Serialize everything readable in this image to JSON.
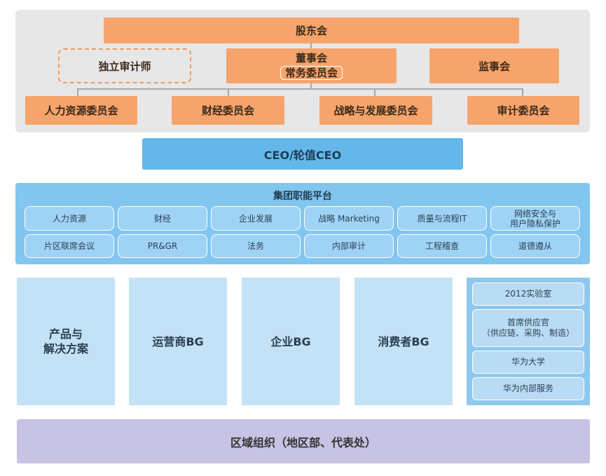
{
  "governance": {
    "shareholders": "股东会",
    "auditor": "独立审计师",
    "board": "董事会",
    "board_standing": "常务委员会",
    "supervisors": "监事会",
    "committees": [
      "人力资源委员会",
      "财经委员会",
      "战略与发展委员会",
      "审计委员会"
    ]
  },
  "ceo": "CEO/轮值CEO",
  "platform": {
    "title": "集团职能平台",
    "row1": [
      "人力资源",
      "财经",
      "企业发展",
      "战略 Marketing",
      "质量与流程IT",
      "网络安全与\n用户隐私保护"
    ],
    "row2": [
      "片区联席会议",
      "PR&GR",
      "法务",
      "内部审计",
      "工程稽查",
      "道德遵从"
    ]
  },
  "business_groups": [
    "产品与\n解决方案",
    "运营商BG",
    "企业BG",
    "消费者BG"
  ],
  "side_units": [
    "2012实验室",
    "首席供应官\n（供应链、采购、制造）",
    "华为大学",
    "华为内部服务"
  ],
  "region": "区域组织（地区部、代表处）",
  "colors": {
    "governance_bg": "#e7e7e8",
    "orange": "#f6a46b",
    "auditor_border": "#f19a55",
    "ceo": "#63b8e9",
    "platform": "#82c5ef",
    "platform_cell": "#9fd3f5",
    "bg_column": "#c4e2f6",
    "side_panel": "#8ec8ef",
    "region": "#c7c3e4"
  }
}
